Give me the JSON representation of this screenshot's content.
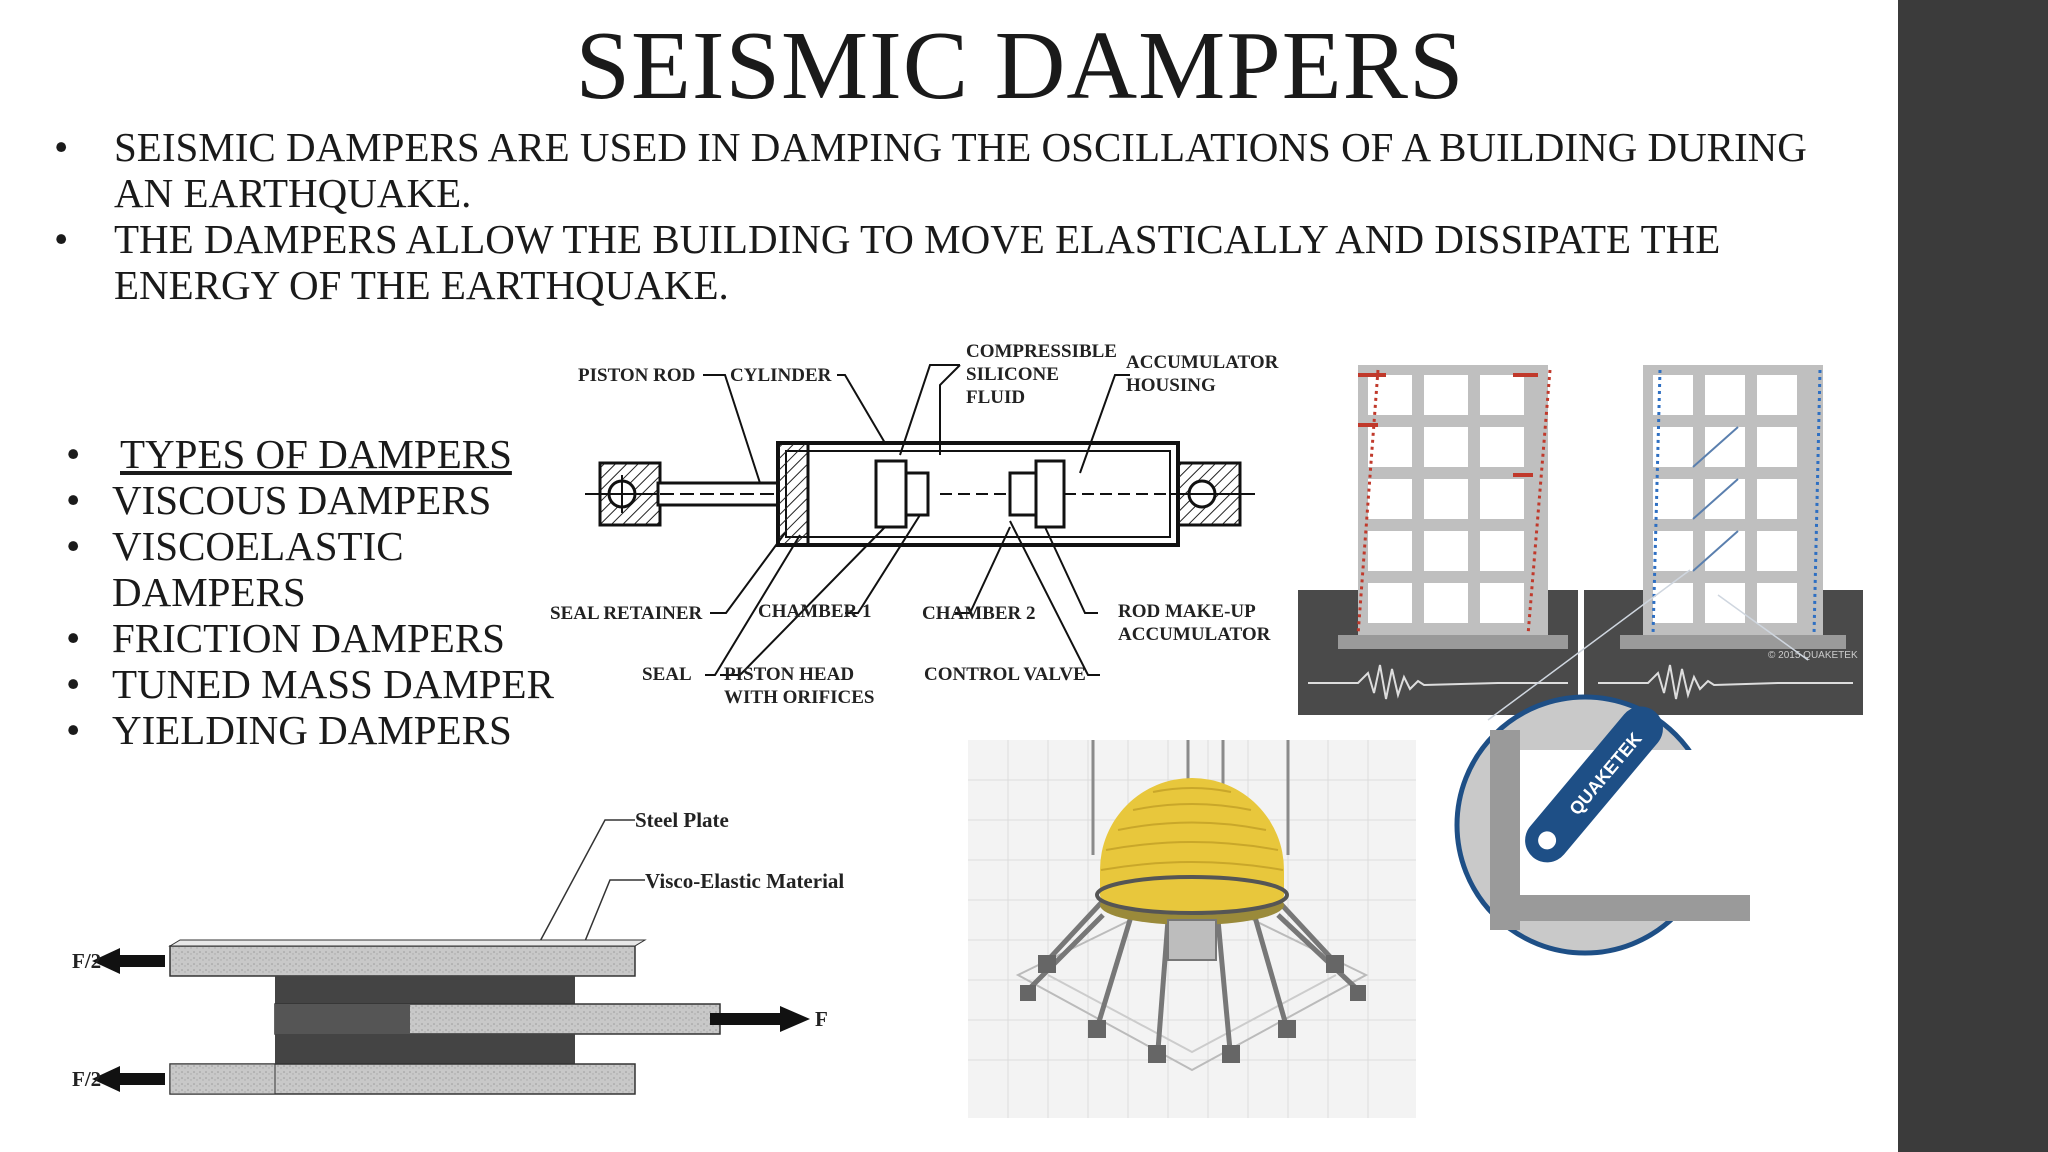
{
  "slide": {
    "title": "SEISMIC DAMPERS",
    "intro_bullets": [
      "SEISMIC DAMPERS ARE USED IN DAMPING THE OSCILLATIONS OF A BUILDING DURING AN EARTHQUAKE.",
      "THE DAMPERS ALLOW THE BUILDING TO MOVE ELASTICALLY AND DISSIPATE THE ENERGY OF THE EARTHQUAKE."
    ],
    "types_heading": "TYPES OF DAMPERS",
    "types": [
      "VISCOUS DAMPERS",
      "VISCOELASTIC DAMPERS",
      "FRICTION DAMPERS",
      "TUNED MASS DAMPER",
      "YIELDING DAMPERS"
    ]
  },
  "viscous_diagram": {
    "piston_rod": "PISTON ROD",
    "cylinder": "CYLINDER",
    "fluid_line1": "COMPRESSIBLE",
    "fluid_line2": "SILICONE",
    "fluid_line3": "FLUID",
    "accumulator_line1": "ACCUMULATOR",
    "accumulator_line2": "HOUSING",
    "seal_retainer": "SEAL RETAINER",
    "chamber1": "CHAMBER 1",
    "chamber2": "CHAMBER 2",
    "rod_makeup_line1": "ROD MAKE-UP",
    "rod_makeup_line2": "ACCUMULATOR",
    "seal": "SEAL",
    "piston_head_line1": "PISTON HEAD",
    "piston_head_line2": "WITH ORIFICES",
    "control_valve": "CONTROL VALVE"
  },
  "viscoelastic_diagram": {
    "steel_plate": "Steel Plate",
    "visco_material": "Visco-Elastic Material",
    "force_top": "F/2",
    "force_bottom": "F/2",
    "force_mid": "F"
  },
  "building_image": {
    "watermark": "© 2015 QUAKETEK",
    "device_brand": "QUAKETEK"
  },
  "colors": {
    "side_band": "#3b3b3b",
    "sphere_gold": "#e8c73c",
    "drift_red": "#c0392b",
    "drift_blue": "#2e6fc2",
    "device_blue": "#1e4f86"
  }
}
